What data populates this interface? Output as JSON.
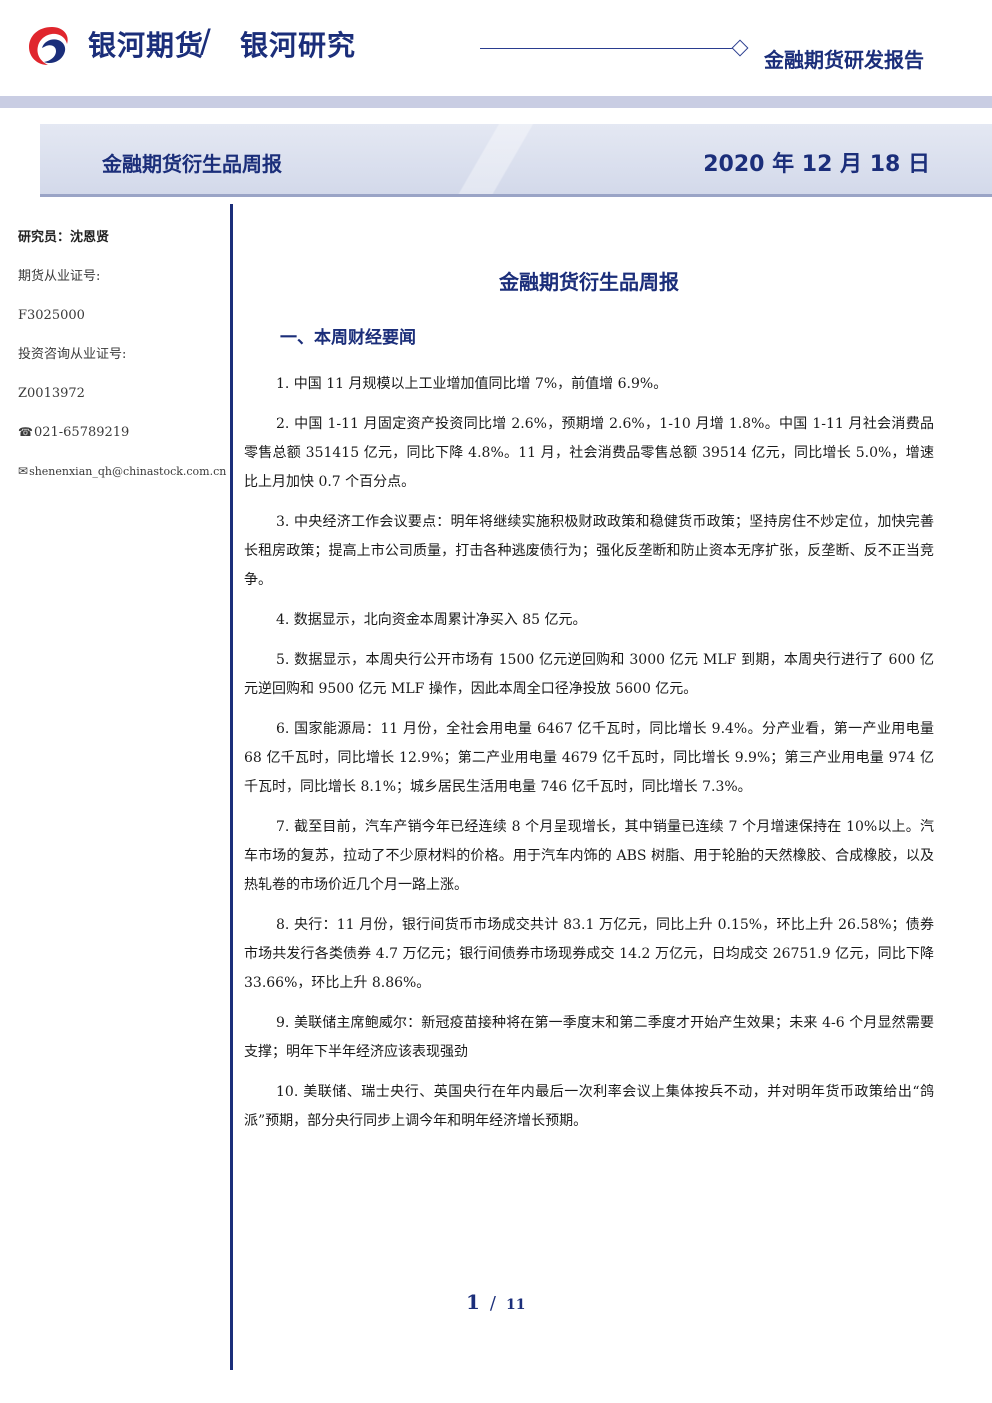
{
  "header": {
    "brand": "银河期货",
    "separator": "/",
    "research": "银河研究",
    "report_type": "金融期货研发报告"
  },
  "banner": {
    "title": "金融期货衍生品周报",
    "date": "2020 年 12 月 18 日"
  },
  "sidebar": {
    "researcher": "研究员：沈恩贤",
    "futures_cert_label": "期货从业证号:",
    "futures_cert": "F3025000",
    "invest_cert_label": "投资咨询从业证号:",
    "invest_cert": "Z0013972",
    "phone": "021-65789219",
    "email": "shenenxian_qh@chinastock.com.cn",
    "icons": [
      "phone-icon",
      "mail-icon"
    ]
  },
  "main": {
    "title": "金融期货衍生品周报",
    "section": "一、本周财经要闻",
    "items": [
      "1. 中国 11 月规模以上工业增加值同比增 7%，前值增 6.9%。",
      "2. 中国 1-11 月固定资产投资同比增 2.6%，预期增 2.6%，1-10 月增 1.8%。中国 1-11 月社会消费品零售总额 351415 亿元，同比下降 4.8%。11 月，社会消费品零售总额 39514 亿元，同比增长 5.0%，增速比上月加快 0.7 个百分点。",
      "3. 中央经济工作会议要点：明年将继续实施积极财政政策和稳健货币政策；坚持房住不炒定位，加快完善长租房政策；提高上市公司质量，打击各种逃废债行为；强化反垄断和防止资本无序扩张，反垄断、反不正当竞争。",
      "4. 数据显示，北向资金本周累计净买入 85 亿元。",
      "5. 数据显示，本周央行公开市场有 1500 亿元逆回购和 3000 亿元 MLF 到期，本周央行进行了 600 亿元逆回购和 9500 亿元 MLF 操作，因此本周全口径净投放 5600 亿元。",
      "6. 国家能源局：11 月份，全社会用电量 6467 亿千瓦时，同比增长 9.4%。分产业看，第一产业用电量 68 亿千瓦时，同比增长 12.9%；第二产业用电量 4679 亿千瓦时，同比增长 9.9%；第三产业用电量 974 亿千瓦时，同比增长 8.1%；城乡居民生活用电量 746 亿千瓦时，同比增长 7.3%。",
      "7. 截至目前，汽车产销今年已经连续 8 个月呈现增长，其中销量已连续 7 个月增速保持在 10%以上。汽车市场的复苏，拉动了不少原材料的价格。用于汽车内饰的 ABS 树脂、用于轮胎的天然橡胶、合成橡胶，以及热轧卷的市场价近几个月一路上涨。",
      "8. 央行：11 月份，银行间货币市场成交共计 83.1 万亿元，同比上升 0.15%，环比上升 26.58%；债券市场共发行各类债券 4.7 万亿元；银行间债券市场现券成交 14.2 万亿元，日均成交 26751.9 亿元，同比下降 33.66%，环比上升 8.86%。",
      "9. 美联储主席鲍威尔：新冠疫苗接种将在第一季度末和第二季度才开始产生效果；未来 4-6 个月显然需要支撑；明年下半年经济应该表现强劲",
      "10. 美联储、瑞士央行、英国央行在年内最后一次利率会议上集体按兵不动，并对明年货币政策给出“鸽派”预期，部分央行同步上调今年和明年经济增长预期。"
    ]
  },
  "pager": {
    "current": "1",
    "separator": "/",
    "total": "11"
  },
  "colors": {
    "brand_blue": "#1b2e7a",
    "logo_red": "#e0262d",
    "band": "#c9cde3"
  }
}
